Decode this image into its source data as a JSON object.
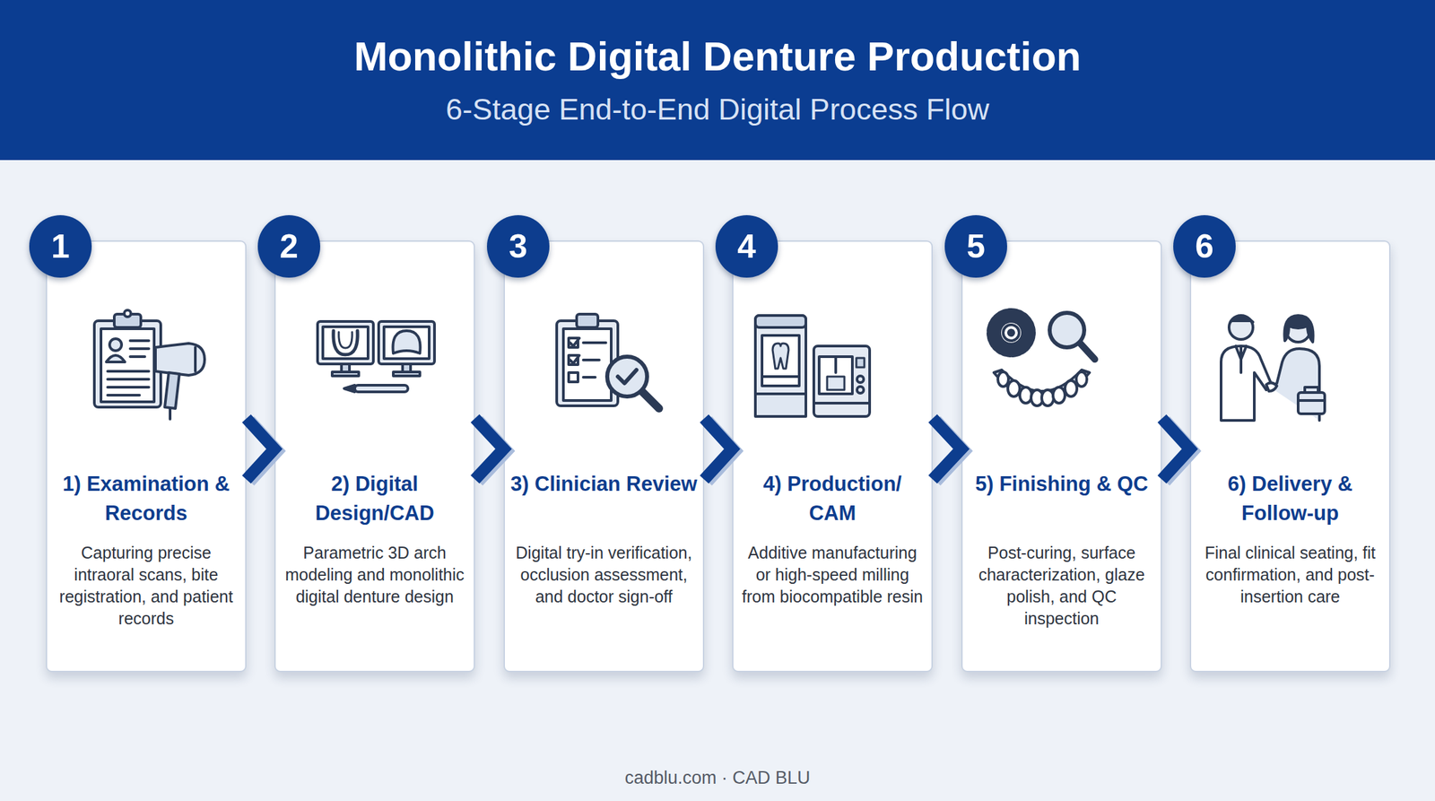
{
  "diagram": {
    "title": "Monolithic Digital Denture Production",
    "nodes": [
      {
        "text": [
          "1",
          "1) Examination & Records",
          "Capturing precise intraoral scans, bite registration, and patient records"
        ]
      },
      {
        "text": [
          "2",
          "2) Digital Design/CAD",
          "Parametric 3D arch modeling and monolithic digital denture design"
        ]
      },
      {
        "text": [
          "3",
          "3) Clinician Review",
          "Digital try-in verification, occlusion assessment, and doctor sign-off"
        ]
      },
      {
        "text": [
          "4",
          "4) Production/ CAM",
          "Additive manufacturing or high-speed milling from biocompatible resin"
        ]
      },
      {
        "text": [
          "5",
          "5) Finishing & QC",
          "Post-curing, surface characterization, glaze polish, and QC inspection"
        ]
      },
      {
        "text": [
          "6",
          "6) Delivery & Follow-up",
          "Final clinical seating, fit confirmation, and post-insertion care"
        ]
      }
    ],
    "edges": [
      {
        "from": 0,
        "to": 1,
        "arrow": "to"
      },
      {
        "from": 1,
        "to": 2,
        "arrow": "to"
      },
      {
        "from": 2,
        "to": 3,
        "arrow": "to"
      },
      {
        "from": 3,
        "to": 4,
        "arrow": "to"
      },
      {
        "from": 4,
        "to": 5,
        "arrow": "to"
      }
    ],
    "labels": [
      "6-Stage End-to-End Digital Process Flow",
      "cadblu.com · CAD BLU"
    ]
  }
}
